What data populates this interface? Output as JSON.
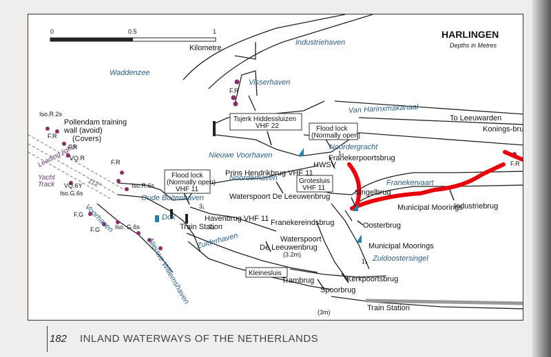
{
  "map": {
    "title": "HARLINGEN",
    "subtitle": "Depths in Metres",
    "scale": {
      "ticks": [
        "0",
        "0.5",
        "1"
      ],
      "unit": "Kilometre"
    },
    "water_labels": [
      "Industriehaven",
      "Waddenzee",
      "Visserhaven",
      "Van Harinxmakanaal",
      "Nieuwe Voorhaven",
      "Noordergracht",
      "Noorderhaven",
      "Oude Buitenhaven",
      "Dok",
      "Voorhaven",
      "Nieuwe Willemshaven",
      "Zuiderhaven",
      "Franekervaart",
      "Zuidoostersingel"
    ],
    "place_labels": [
      "To Leeuwarden",
      "Konings-brug",
      "HWSV",
      "Franekerpoortsbrug",
      "Singelbrug",
      "Municipal Moorings",
      "Industriebrug",
      "Oosterbrug",
      "Franekereindsbrug",
      "Waterspoort De Leeuwenbrug",
      "Havenbrug VHF 11",
      "Train Station",
      "Trambrug",
      "Spoorbrug",
      "Kerkpoortsbrug",
      "Municipal Moorings",
      "Train Station"
    ],
    "boxed_labels": {
      "tsjerk": [
        "Tsjerk Hiddessluizen",
        "VHF 22"
      ],
      "flood_lock_1": [
        "Flood lock",
        "(Normally open)"
      ],
      "flood_lock_2": [
        "Flood lock",
        "(Normally open)",
        "VHF 11"
      ],
      "grotesluis": [
        "Grotesluis",
        "VHF 11"
      ],
      "kleinesluis": "Kleinesluis"
    },
    "other_labels": {
      "prins_hendrikbrug": "Prins Hendrikbrug VHF 11",
      "waterspoort_2": [
        "Waterspoort",
        "De Leeuwenbrug",
        "(3.2m)"
      ],
      "pollendam": [
        "Pollendam training",
        "wall (avoid)",
        "(Covers)"
      ],
      "leading_lights": "Leading lights",
      "yacht_track": [
        "Yacht",
        "Track"
      ],
      "bearing": "112°",
      "depths": [
        "3₁",
        "2₆",
        "1₉",
        "1₂",
        "(3m)"
      ]
    },
    "light_labels": [
      "Iso.R.2s",
      "F.R",
      "F.R",
      "F.R",
      "VQ.R",
      "F.R",
      "Iso.R.6s",
      "VQ.6Y",
      "Iso.G.6s",
      "F.G",
      "Iso. G.6s",
      "F.G",
      "F.R"
    ],
    "highlight_color": "#e8000a",
    "water_color": "#2a5e88"
  },
  "footer": {
    "page_number": "182",
    "book_title": "INLAND WATERWAYS OF THE NETHERLANDS"
  }
}
